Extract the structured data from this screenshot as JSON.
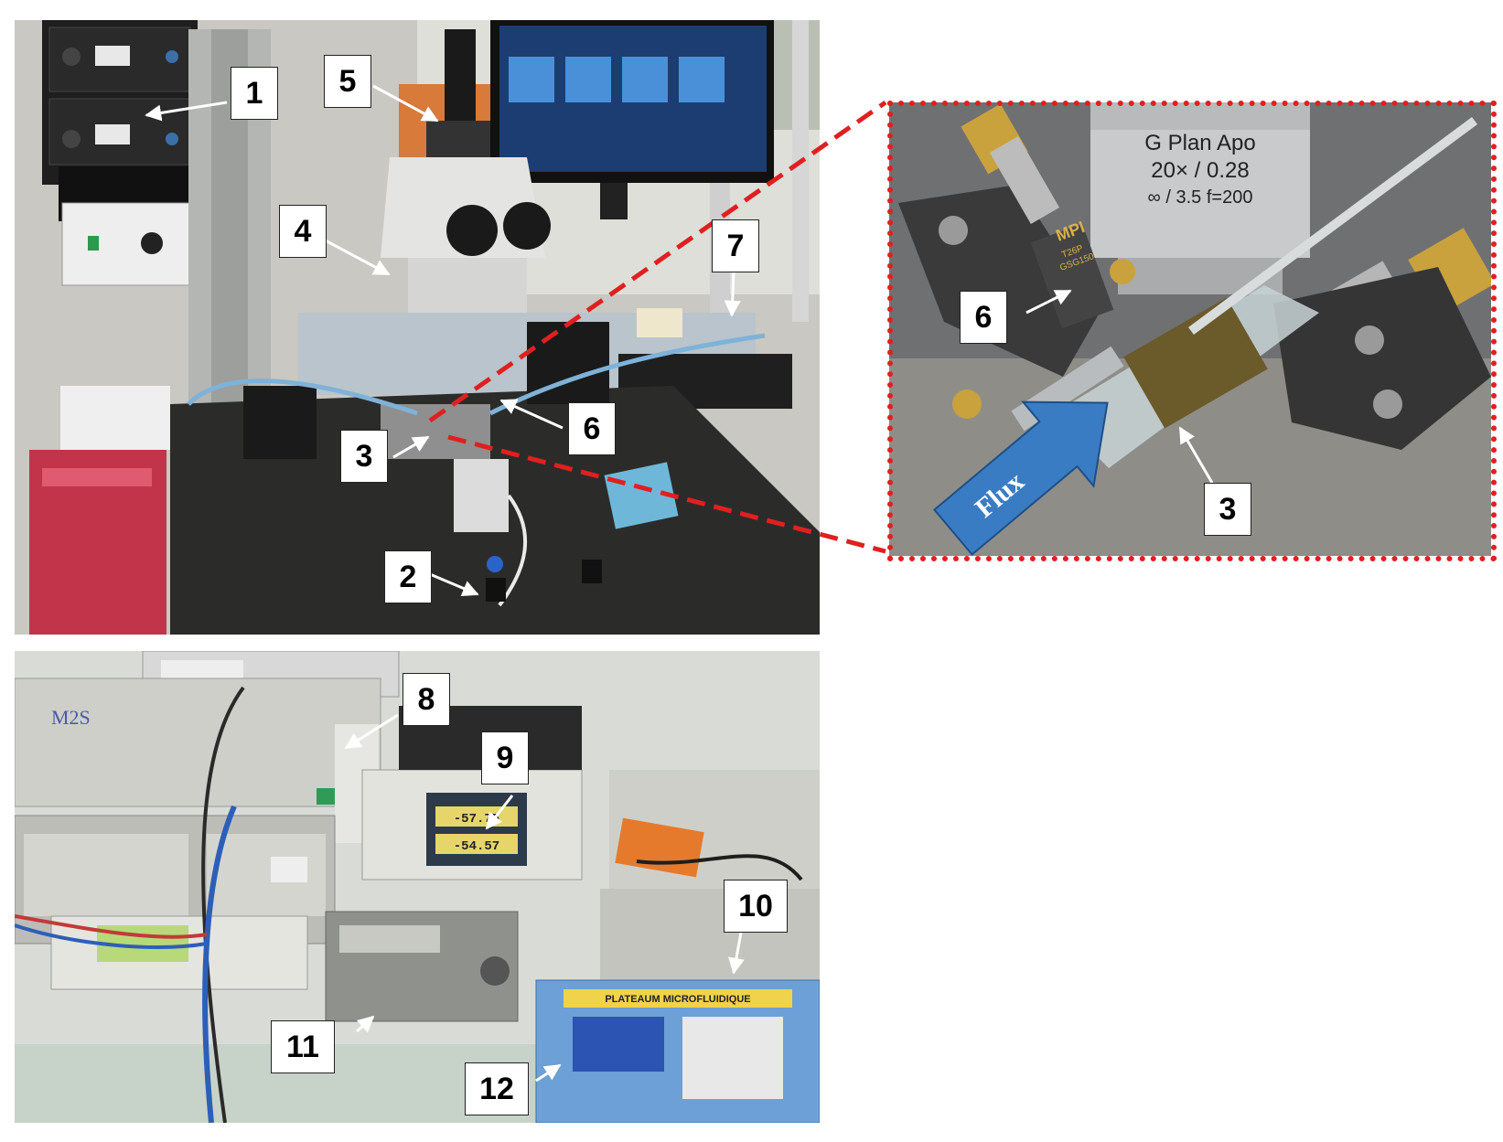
{
  "panels": {
    "main": {
      "labels": [
        "1",
        "2",
        "3",
        "4",
        "5",
        "6",
        "7"
      ]
    },
    "zoom": {
      "labels": [
        "6",
        "3"
      ],
      "lens_text": [
        "G Plan Apo",
        "20× / 0.28",
        "∞ / 3.5   f=200"
      ],
      "probe_text": [
        "MPI",
        "T26P",
        "GSG150"
      ],
      "flux_label": "Flux"
    },
    "bench": {
      "labels": [
        "8",
        "9",
        "10",
        "11",
        "12"
      ],
      "meter_readings": [
        "-57.75",
        "-54.57"
      ],
      "brand_text": "M2S",
      "banner_text": "PLATEAUM  MICROFLUIDIQUE"
    }
  },
  "colors": {
    "callout_red": "#e02020",
    "flux_blue": "#3a7cc4"
  }
}
